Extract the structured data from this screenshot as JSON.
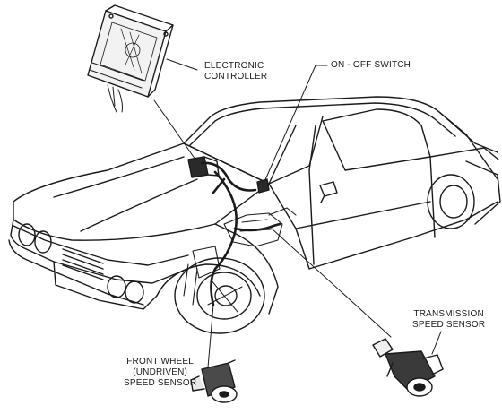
{
  "labels": {
    "electronic_controller": [
      "ELECTRONIC",
      "CONTROLLER"
    ],
    "on_off_switch": "ON - OFF SWITCH",
    "transmission_speed_sensor": [
      "TRANSMISSION",
      "SPEED SENSOR"
    ],
    "front_wheel_speed_sensor": [
      "FRONT WHEEL",
      "(UNDRIVEN)",
      "SPEED SENSOR"
    ]
  },
  "colors": {
    "ink": "#1a1a1a",
    "background": "#ffffff"
  }
}
